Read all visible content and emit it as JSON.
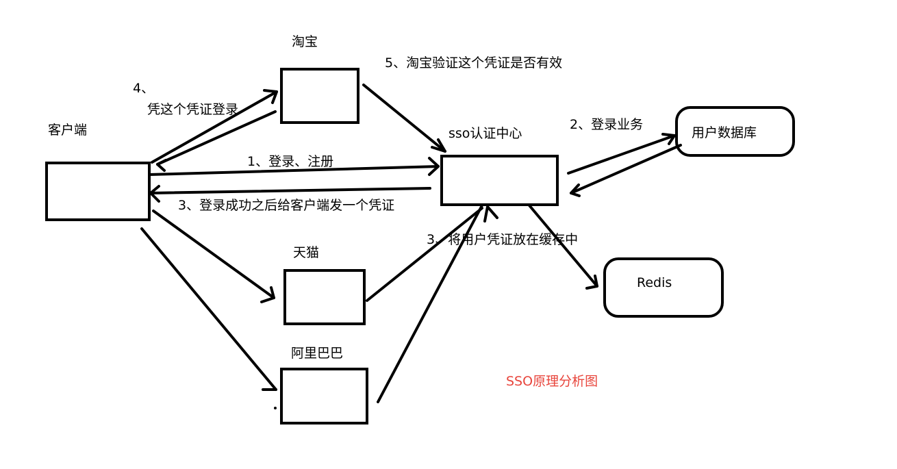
{
  "nodes": {
    "client": "客户端",
    "taobao": "淘宝",
    "tmall": "天猫",
    "alibaba": "阿里巴巴",
    "sso": "sso认证中心",
    "userdb": "用户数据库",
    "redis": "Redis"
  },
  "edges": {
    "e1": "1、登录、注册",
    "e2": "2、登录业务",
    "e3a": "3、登录成功之后给客户端发一个凭证",
    "e3b": "3、将用户凭证放在缓存中",
    "e4a": "4、",
    "e4b": "凭这个凭证登录",
    "e5": "5、淘宝验证这个凭证是否有效"
  },
  "caption": "SSO原理分析图",
  "colors": {
    "line": "#000000",
    "caption": "#e8453c",
    "background": "#ffffff"
  }
}
